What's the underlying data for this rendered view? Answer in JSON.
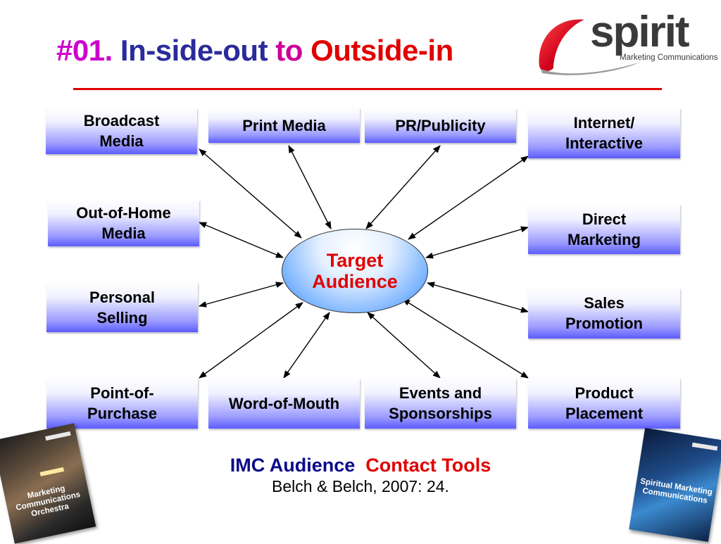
{
  "title": {
    "number": "#01.",
    "part1": "In-side-out",
    "connector": "to",
    "part2": "Outside-in"
  },
  "logo": {
    "word": "spirit",
    "subtitle": "Marketing Communications"
  },
  "center": {
    "line1": "Target",
    "line2": "Audience"
  },
  "tools": [
    {
      "line1": "Broadcast",
      "line2": "Media"
    },
    {
      "line1": "Print Media",
      "line2": ""
    },
    {
      "line1": "PR/Publicity",
      "line2": ""
    },
    {
      "line1": "Internet/",
      "line2": "Interactive"
    },
    {
      "line1": "Out-of-Home",
      "line2": "Media"
    },
    {
      "line1": "Direct",
      "line2": "Marketing"
    },
    {
      "line1": "Personal",
      "line2": "Selling"
    },
    {
      "line1": "Sales",
      "line2": "Promotion"
    },
    {
      "line1": "Point-of-",
      "line2": "Purchase"
    },
    {
      "line1": "Word-of-Mouth",
      "line2": ""
    },
    {
      "line1": "Events and",
      "line2": "Sponsorships"
    },
    {
      "line1": "Product",
      "line2": "Placement"
    }
  ],
  "caption": {
    "part1": "IMC Audience",
    "part2": "Contact Tools",
    "source": "Belch & Belch,  2007: 24."
  },
  "books": [
    {
      "title": "Marketing Communications Orchestra"
    },
    {
      "title": "Spiritual Marketing Communications"
    }
  ],
  "colors": {
    "title_number": "#cc00cc",
    "title_main": "#2b2b9c",
    "title_connector": "#cc0099",
    "title_accent": "#e00000",
    "rule": "#e00000",
    "center_text": "#e00000",
    "caption_navy": "#0a0a8a",
    "caption_red": "#e00000",
    "logo_red": "#d0001a"
  }
}
